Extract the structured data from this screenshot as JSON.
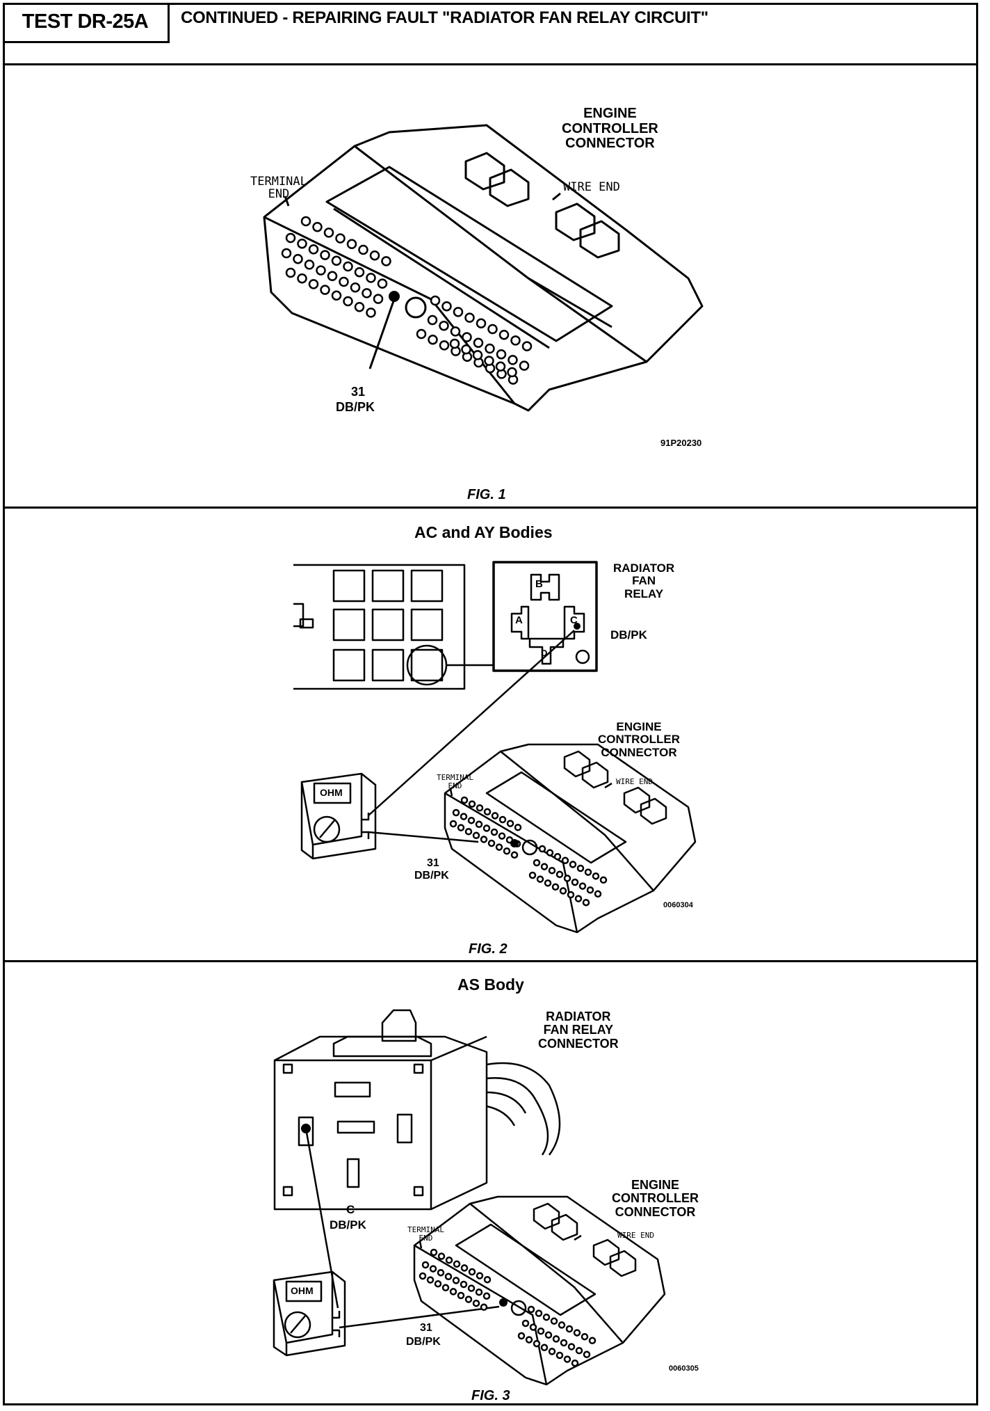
{
  "header": {
    "test_id": "TEST DR-25A",
    "title": "CONTINUED -  REPAIRING FAULT \"RADIATOR FAN RELAY CIRCUIT\""
  },
  "fig1": {
    "connector_label": "ENGINE\nCONTROLLER\nCONNECTOR",
    "terminal_end": "TERMINAL\nEND",
    "wire_end": "WIRE END",
    "pin_number": "31",
    "wire_color": "DB/PK",
    "part_number": "91P20230",
    "caption": "FIG. 1"
  },
  "fig2": {
    "section_title": "AC and AY Bodies",
    "relay_label": "RADIATOR\nFAN\nRELAY",
    "relay_wire_color": "DB/PK",
    "relay_terminals": [
      "A",
      "B",
      "C",
      "D"
    ],
    "connector_label": "ENGINE\nCONTROLLER\nCONNECTOR",
    "terminal_end": "TERMINAL\nEND",
    "wire_end": "WIRE END",
    "meter_display": "OHM",
    "pin_number": "31",
    "wire_color": "DB/PK",
    "part_number": "0060304",
    "caption": "FIG. 2"
  },
  "fig3": {
    "section_title": "AS Body",
    "relay_connector_label": "RADIATOR\nFAN RELAY\nCONNECTOR",
    "cavity_letter": "C",
    "cavity_wire_color": "DB/PK",
    "connector_label": "ENGINE\nCONTROLLER\nCONNECTOR",
    "terminal_end": "TERMINAL\nEND",
    "wire_end": "WIRE END",
    "meter_display": "OHM",
    "pin_number": "31",
    "wire_color": "DB/PK",
    "part_number": "0060305",
    "caption": "FIG. 3"
  }
}
